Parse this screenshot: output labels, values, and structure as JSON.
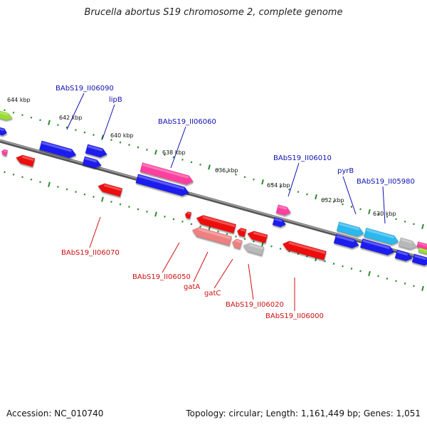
{
  "title": "Brucella abortus S19 chromosome 2, complete genome",
  "footer": {
    "accession": "Accession: NC_010740",
    "summary": "Topology: circular; Length: 1,161,449 bp; Genes: 1,051"
  },
  "colors": {
    "backbone": "#8a8a8a",
    "tick": "#2a8a2a",
    "forward_label": "#1010b0",
    "reverse_label": "#cc1010",
    "gene_blue": "#1a1aee",
    "gene_red": "#ee1111",
    "gene_pink": "#ff3fa0",
    "gene_salmon": "#f08080",
    "gene_gray": "#b8b8b8",
    "gene_cyan": "#29b8ee",
    "gene_lime": "#99dd33"
  },
  "scale_labels": [
    "644 kbp",
    "642 kbp",
    "640 kbp",
    "638 kbp",
    "636 kbp",
    "634 kbp",
    "632 kbp",
    "630 kbp"
  ],
  "forward_gene_labels": [
    "BAbS19_II06090",
    "lipB",
    "BAbS19_II06060",
    "BAbS19_II06010",
    "pyrB",
    "BAbS19_II05980"
  ],
  "reverse_gene_labels": [
    "BAbS19_II06070",
    "BAbS19_II06050",
    "gatA",
    "gatC",
    "BAbS19_II06020",
    "BAbS19_II06000"
  ]
}
